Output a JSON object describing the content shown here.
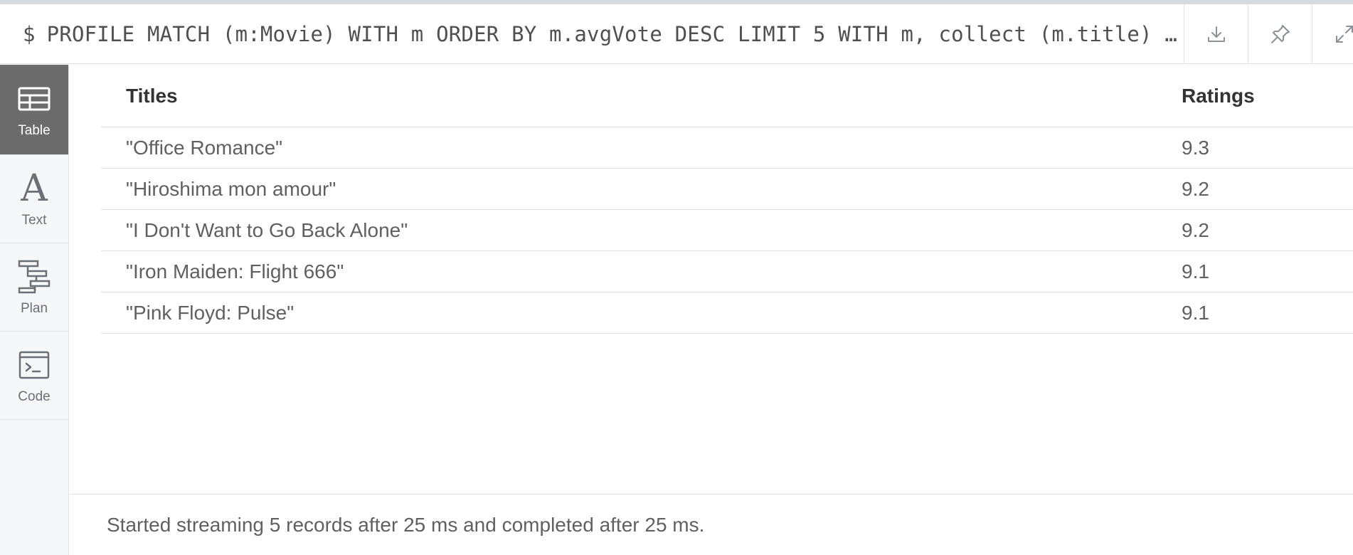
{
  "header": {
    "prompt": "$",
    "query": "PROFILE MATCH (m:Movie) WITH m ORDER BY m.avgVote DESC LIMIT 5 WITH m, collect (m.title) AS…",
    "actions": [
      {
        "icon": "download-icon"
      },
      {
        "icon": "pin-icon"
      },
      {
        "icon": "expand-icon"
      }
    ]
  },
  "sidebar": {
    "items": [
      {
        "label": "Table",
        "icon": "table-icon",
        "active": true
      },
      {
        "label": "Text",
        "icon": "text-icon",
        "glyph": "A",
        "active": false
      },
      {
        "label": "Plan",
        "icon": "plan-icon",
        "active": false
      },
      {
        "label": "Code",
        "icon": "code-icon",
        "active": false
      }
    ]
  },
  "table": {
    "headers": {
      "title": "Titles",
      "rating": "Ratings"
    },
    "rows": [
      {
        "title": "\"Office Romance\"",
        "rating": "9.3"
      },
      {
        "title": "\"Hiroshima mon amour\"",
        "rating": "9.2"
      },
      {
        "title": "\"I Don't Want to Go Back Alone\"",
        "rating": "9.2"
      },
      {
        "title": "\"Iron Maiden: Flight 666\"",
        "rating": "9.1"
      },
      {
        "title": "\"Pink Floyd: Pulse\"",
        "rating": "9.1"
      }
    ]
  },
  "footer": {
    "status": "Started streaming 5 records after 25 ms and completed after 25 ms."
  }
}
